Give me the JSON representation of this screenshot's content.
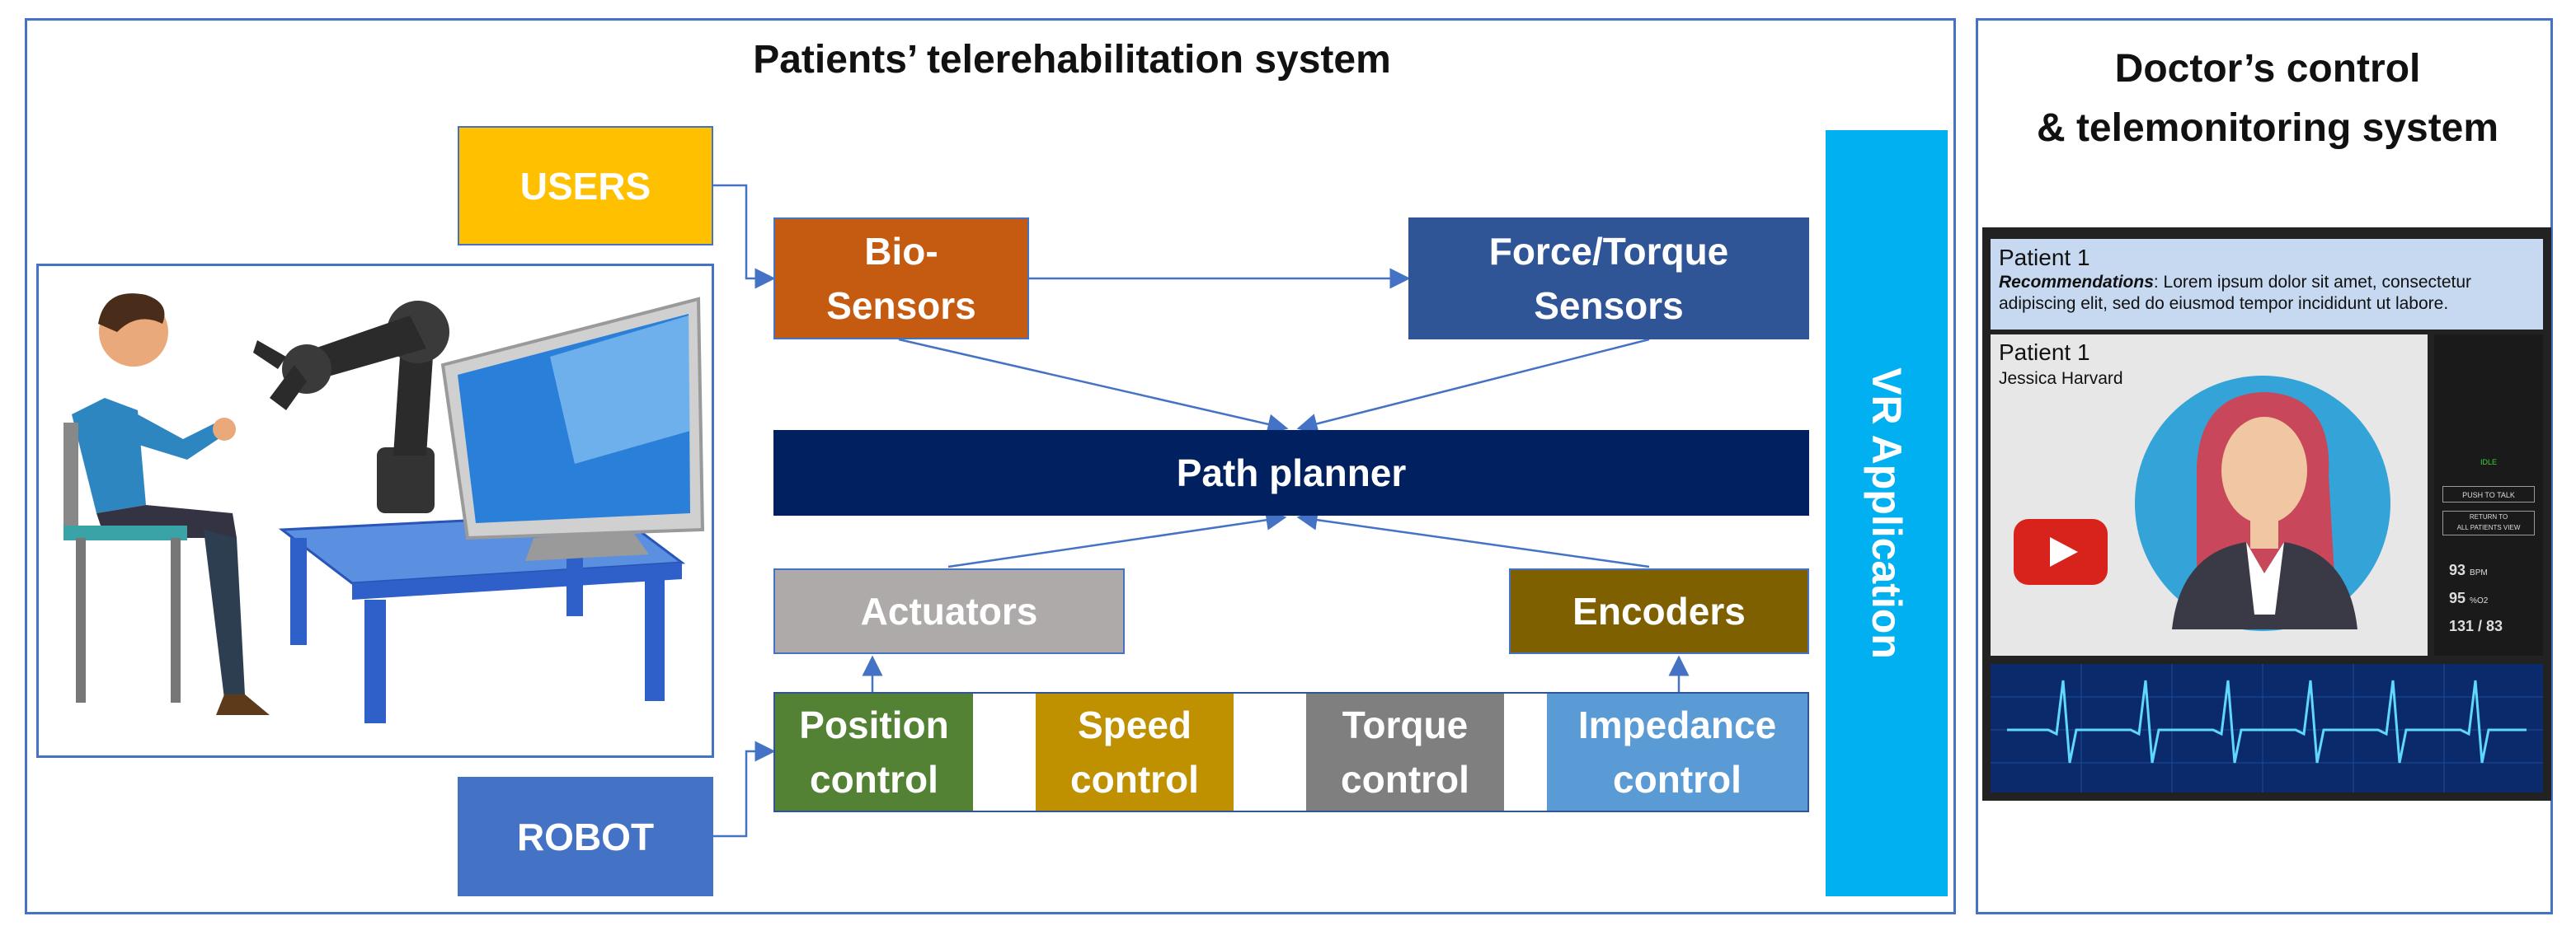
{
  "patient_system": {
    "title": "Patients’ telerehabilitation system"
  },
  "doctor_system": {
    "title": "Doctor’s control\n& telemonitoring system"
  },
  "boxes": {
    "users": "USERS",
    "robot": "ROBOT",
    "bio_sensors": "Bio-\nSensors",
    "force_sensors": "Force/Torque\nSensors",
    "path_planner": "Path planner",
    "actuators": "Actuators",
    "encoders": "Encoders",
    "position_control": "Position\ncontrol",
    "speed_control": "Speed\ncontrol",
    "torque_control": "Torque\ncontrol",
    "impedance_control": "Impedance\ncontrol",
    "vr_application": "VR Application"
  },
  "monitor": {
    "header_patient": "Patient 1",
    "recommendations_label": "Recommendations",
    "recommendations_text": ":  Lorem ipsum dolor sit amet, consectetur adipiscing elit, sed do eiusmod tempor incididunt ut labore.",
    "video_patient": "Patient 1",
    "video_name": "Jessica Harvard",
    "side_status": "IDLE",
    "btn_push_to_talk": "PUSH TO TALK",
    "btn_return": "RETURN TO\nALL PATIENTS VIEW",
    "vital_bpm_value": "93",
    "vital_bpm_unit": "BPM",
    "vital_spo2_value": "95",
    "vital_spo2_unit": "%O2",
    "vital_bp": "131 / 83"
  },
  "colors": {
    "users": "#ffc000",
    "robot": "#4472c4",
    "bio_sensors": "#c55a11",
    "force_sensors": "#2f5597",
    "path_planner": "#002060",
    "actuators": "#aeaaaa",
    "encoders": "#7f6000",
    "position_control": "#548235",
    "speed_control": "#bf9000",
    "torque_control": "#7f7f7f",
    "impedance_control": "#5b9bd5",
    "vr_application": "#00b0f0",
    "frame": "#4472c4"
  }
}
